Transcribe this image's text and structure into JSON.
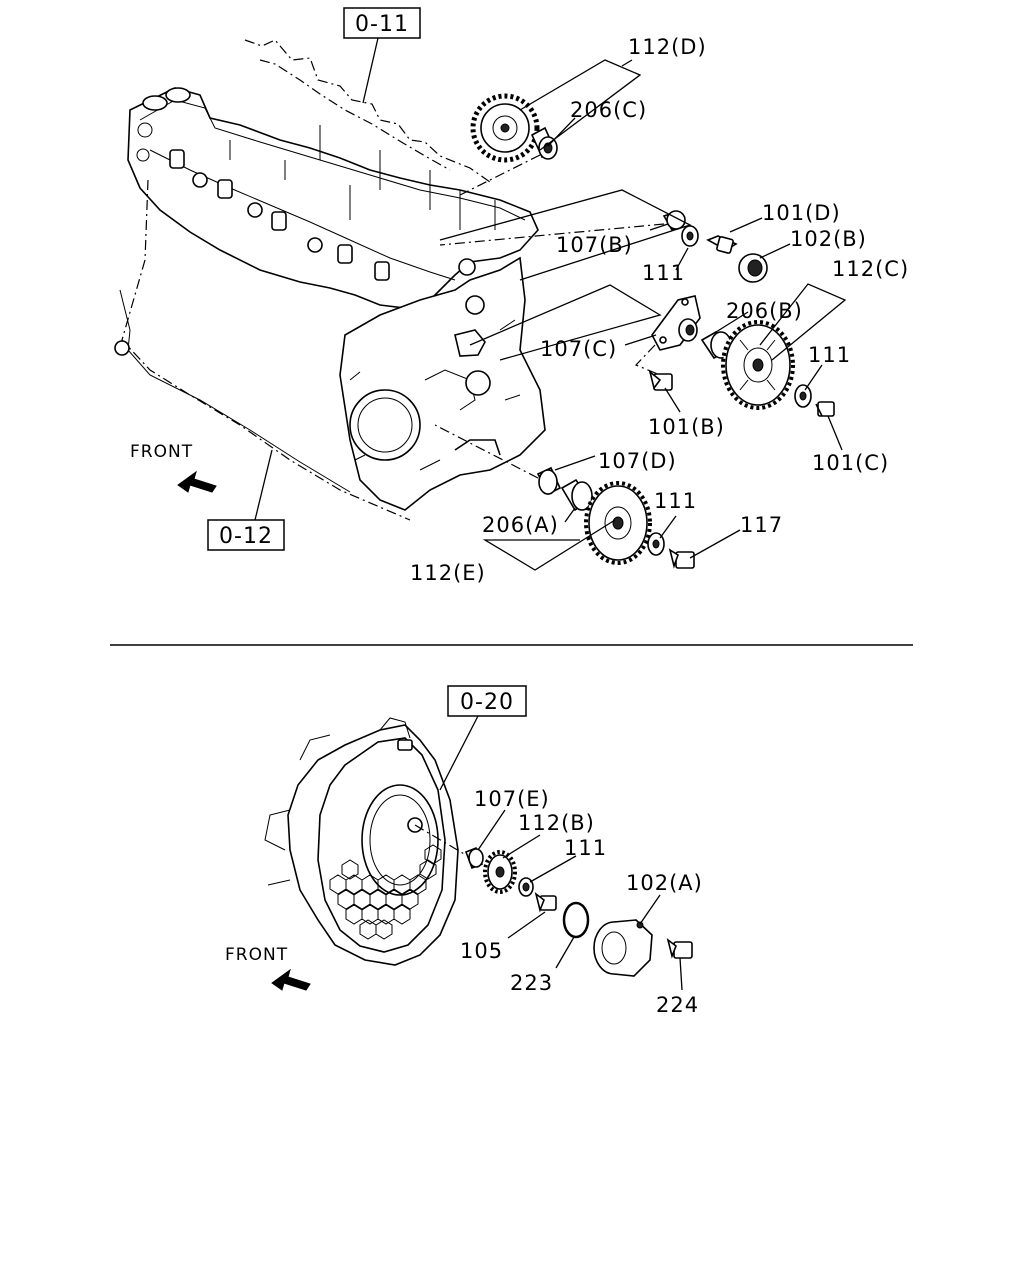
{
  "top": {
    "ref_boxes": {
      "block": "0-11",
      "lower": "0-12"
    },
    "front": "FRONT",
    "labels": {
      "l112d": "112(D)",
      "l206c": "206(C)",
      "l101d": "101(D)",
      "l107b": "107(B)",
      "l102b": "102(B)",
      "l111a": "111",
      "l112c": "112(C)",
      "l206b": "206(B)",
      "l107c": "107(C)",
      "l111b": "111",
      "l101b": "101(B)",
      "l101c": "101(C)",
      "l107d": "107(D)",
      "l111c": "111",
      "l117": "117",
      "l206a": "206(A)",
      "l112e": "112(E)"
    }
  },
  "bottom": {
    "ref_box": "0-20",
    "front": "FRONT",
    "labels": {
      "l107e": "107(E)",
      "l112b": "112(B)",
      "l111": "111",
      "l102a": "102(A)",
      "l105": "105",
      "l223": "223",
      "l224": "224"
    }
  }
}
